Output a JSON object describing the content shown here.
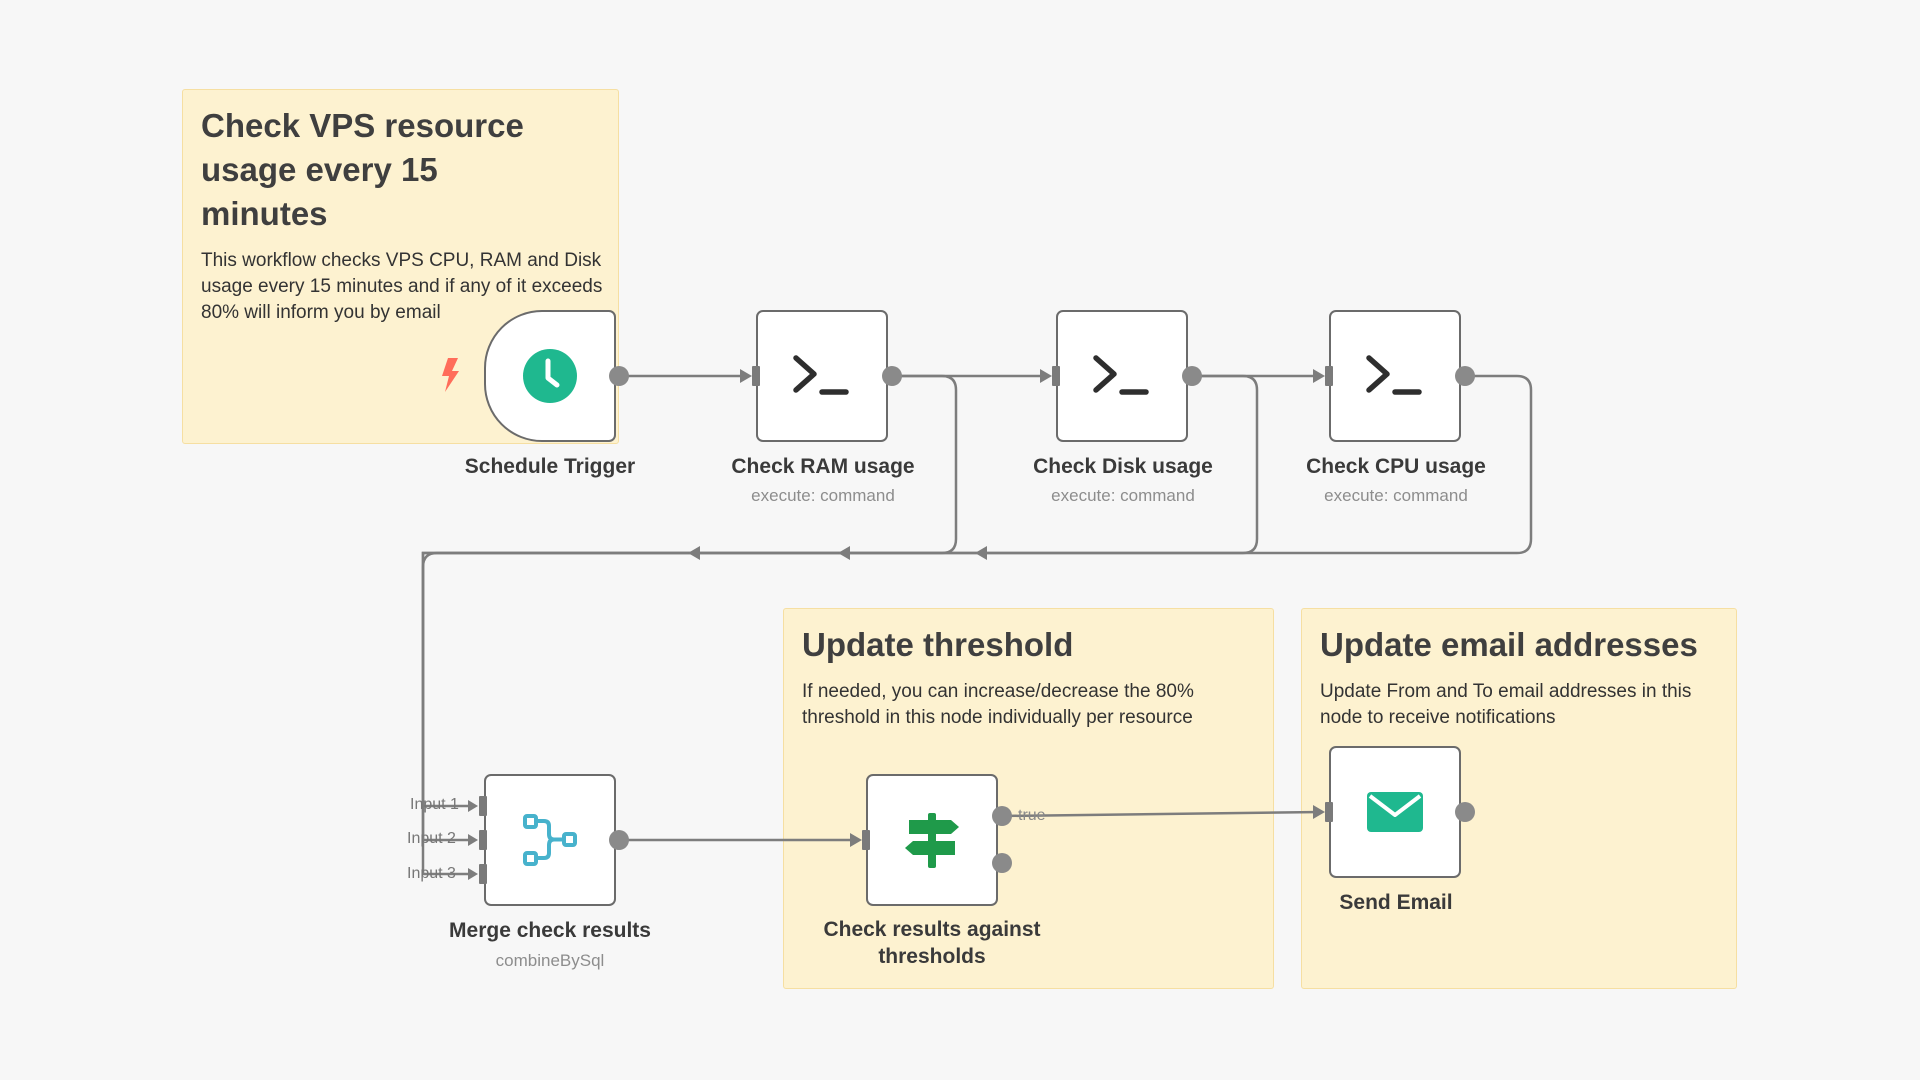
{
  "stickies": {
    "main": {
      "title": "Check VPS resource usage every 15 minutes",
      "body": "This workflow checks VPS CPU, RAM and Disk usage every 15 minutes and if any of it exceeds 80% will inform you by email"
    },
    "threshold": {
      "title": "Update threshold",
      "body": "If needed, you can increase/decrease the 80% threshold in this node individually per resource"
    },
    "email": {
      "title": "Update email addresses",
      "body": "Update From and To email addresses in this node to receive notifications"
    }
  },
  "nodes": {
    "schedule": {
      "name": "Schedule Trigger",
      "icon": "clock-icon"
    },
    "ram": {
      "name": "Check RAM usage",
      "subtitle": "execute: command",
      "icon": "terminal-icon"
    },
    "disk": {
      "name": "Check Disk usage",
      "subtitle": "execute: command",
      "icon": "terminal-icon"
    },
    "cpu": {
      "name": "Check CPU usage",
      "subtitle": "execute: command",
      "icon": "terminal-icon"
    },
    "merge": {
      "name": "Merge check results",
      "subtitle": "combineBySql",
      "icon": "merge-icon",
      "inputs": [
        "Input 1",
        "Input 2",
        "Input 3"
      ]
    },
    "if": {
      "name": "Check results against thresholds",
      "icon": "signpost-icon",
      "true_label": "true"
    },
    "email": {
      "name": "Send Email",
      "icon": "mail-icon"
    }
  },
  "colors": {
    "accent_teal": "#1fb88f",
    "signpost_green": "#1f9a4a",
    "merge_blue": "#47b2cc",
    "bolt_red": "#ff6d5a",
    "sticky_bg": "#fdf2d0"
  }
}
